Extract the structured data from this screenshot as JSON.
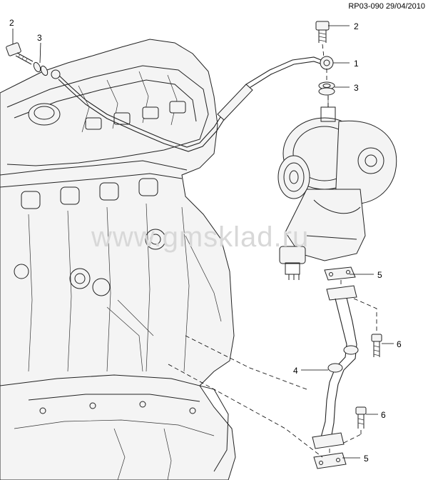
{
  "header": {
    "reference": "RP03-090 29/04/2010"
  },
  "watermark": {
    "text": "www.gmsklad.ru"
  },
  "callouts": {
    "c1": "1",
    "c2_right": "2",
    "c2_left": "2",
    "c3_right": "3",
    "c3_left": "3",
    "c4": "4",
    "c5_upper": "5",
    "c5_lower": "5",
    "c6_upper": "6",
    "c6_lower": "6"
  }
}
